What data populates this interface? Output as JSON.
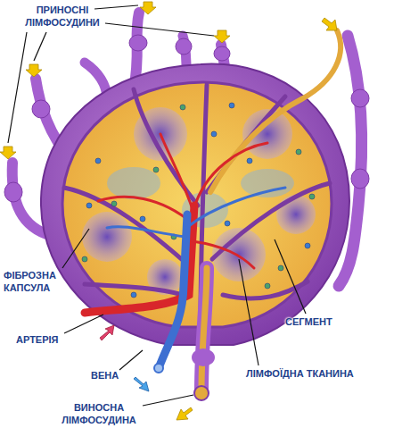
{
  "diagram": {
    "labels": [
      "ПРИНОСНІ ЛІМФОСУДИНИ",
      "ФІБРОЗНА КАПСУЛА",
      "АРТЕРІЯ",
      "ВЕНА",
      "ВИНОСНА ЛІМФОСУДИНА",
      "СЕГМЕНТ",
      "ЛІМФОЇДНА ТКАНИНА"
    ]
  }
}
